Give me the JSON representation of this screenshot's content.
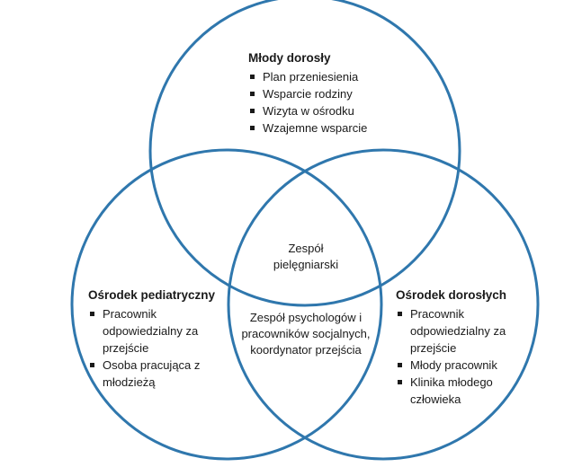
{
  "colors": {
    "circle_stroke": "#2f77ad",
    "text": "#1a1a1a"
  },
  "diagram": {
    "type": "venn",
    "sets": [
      {
        "title": "Młody dorosły",
        "items": [
          "Plan przeniesienia",
          "Wsparcie rodziny",
          "Wizyta w ośrodku",
          "Wzajemne wsparcie"
        ]
      },
      {
        "title": "Ośrodek pediatryczny",
        "items": [
          "Pracownik odpowiedzialny za przejście",
          "Osoba pracująca z młodzieżą"
        ]
      },
      {
        "title": "Ośrodek dorosłych",
        "items": [
          "Pracownik odpowiedzialny za przejście",
          "Młody pracownik",
          "Klinika młodego człowieka"
        ]
      }
    ],
    "intersections": {
      "all_three": "Zespół pielęgniarski",
      "pediatric_adult": "Zespół psychologów i pracowników socjalnych, koordynator przejścia"
    }
  }
}
